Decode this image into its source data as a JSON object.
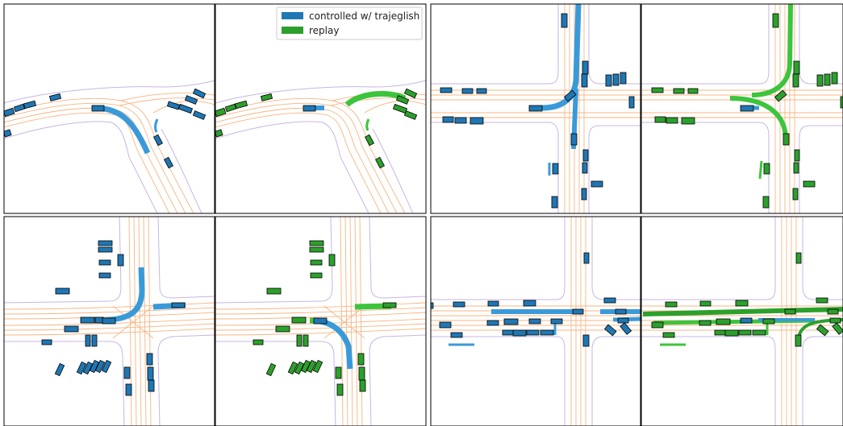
{
  "legend": {
    "items": [
      {
        "label": "controlled w/ trajeglish",
        "color": "#1f77b4"
      },
      {
        "label": "replay",
        "color": "#2ca02c"
      }
    ]
  },
  "colors": {
    "controlled": "#1f77b4",
    "controlled_path": "#3a9ad9",
    "replay": "#2ca02c",
    "replay_path": "#3dc43d",
    "road_line": "#f6a86c",
    "road_edge": "#c8b6e2",
    "frame": "#000000"
  },
  "scenes": [
    {
      "id": "scene-1",
      "views": [
        "controlled",
        "replay"
      ]
    },
    {
      "id": "scene-2",
      "views": [
        "controlled",
        "replay"
      ]
    },
    {
      "id": "scene-3",
      "views": [
        "controlled",
        "replay"
      ]
    },
    {
      "id": "scene-4",
      "views": [
        "controlled",
        "replay"
      ]
    }
  ]
}
